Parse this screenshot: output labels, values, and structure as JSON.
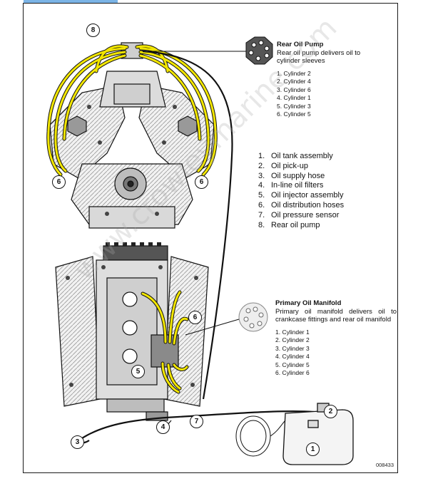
{
  "rear_pump": {
    "title": "Rear Oil Pump",
    "desc": "Rear oil pump delivers oil to cylinder sleeves",
    "items": [
      "1. Cylinder 2",
      "2. Cylinder 4",
      "3. Cylinder 6",
      "4. Cylinder 1",
      "5. Cylinder 3",
      "6. Cylinder 5"
    ]
  },
  "legend": [
    {
      "num": "1.",
      "text": "Oil tank assembly"
    },
    {
      "num": "2.",
      "text": "Oil pick-up"
    },
    {
      "num": "3.",
      "text": "Oil supply hose"
    },
    {
      "num": "4.",
      "text": "In-line oil filters"
    },
    {
      "num": "5.",
      "text": "Oil injector assembly"
    },
    {
      "num": "6.",
      "text": "Oil distribution hoses"
    },
    {
      "num": "7.",
      "text": "Oil pressure sensor"
    },
    {
      "num": "8.",
      "text": "Rear oil pump"
    }
  ],
  "manifold": {
    "title": "Primary Oil Manifold",
    "desc": "Primary oil manifold delivers oil to crankcase fittings and rear oil manifold",
    "items": [
      "1. Cylinder 1",
      "2. Cylinder 2",
      "3. Cylinder 3",
      "4. Cylinder 4",
      "5. Cylinder 5",
      "6. Cylinder 6"
    ]
  },
  "callouts": {
    "c8": "8",
    "c6a": "6",
    "c6b": "6",
    "c6c": "6",
    "c5": "5",
    "c2": "2",
    "c1": "1",
    "c3": "3",
    "c4": "4",
    "c7": "7"
  },
  "figure_id": "008433",
  "watermark": "www.crowleymarine.com",
  "colors": {
    "hose": "#f2e600",
    "line": "#111111",
    "border": "#1a1a1a",
    "tab": "#7bb4e6"
  }
}
